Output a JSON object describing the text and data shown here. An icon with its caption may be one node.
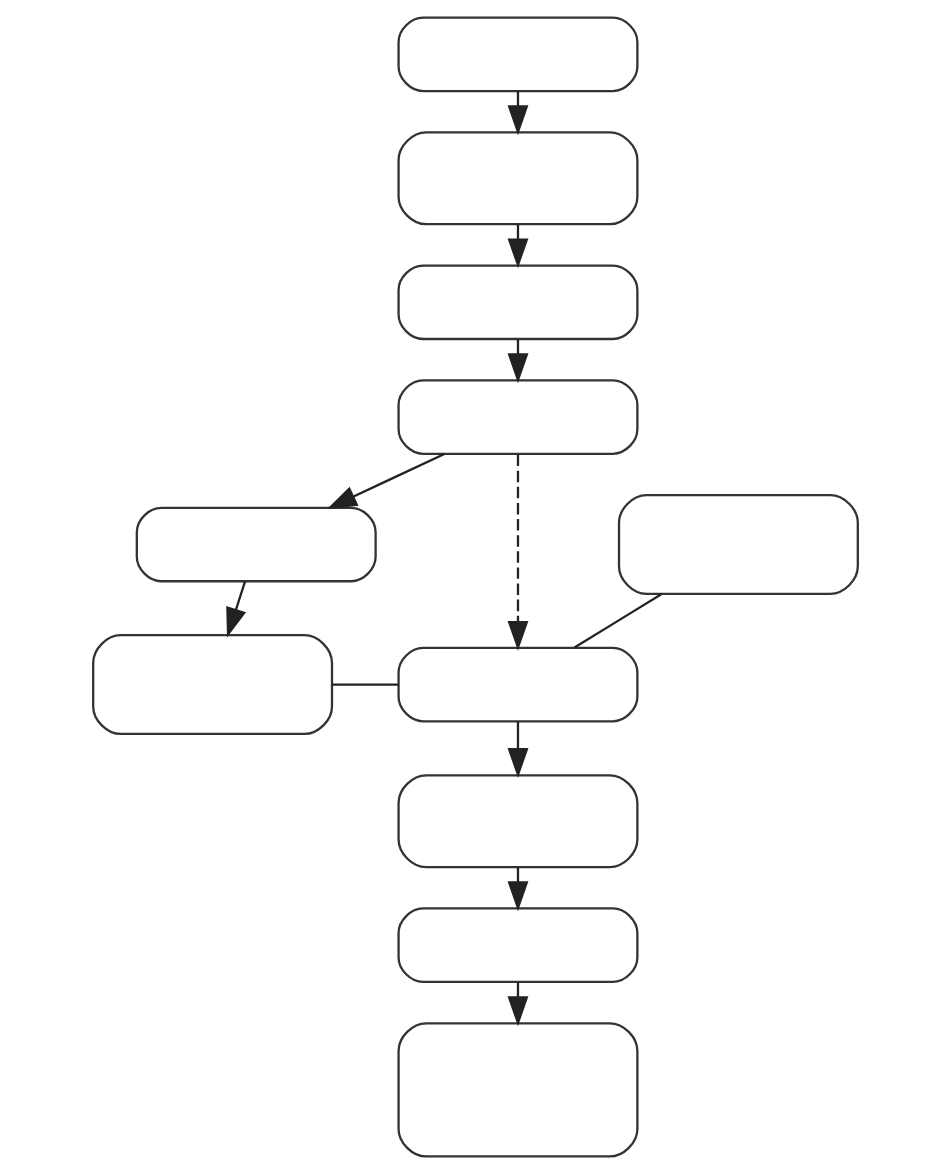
{
  "diagram": {
    "nodes": [
      {
        "text": [],
        "shape": "box"
      },
      {
        "text": [],
        "shape": "box"
      },
      {
        "text": [],
        "shape": "box"
      },
      {
        "text": [],
        "shape": "box"
      },
      {
        "text": [],
        "shape": "box"
      },
      {
        "text": [],
        "shape": "box"
      },
      {
        "text": [],
        "shape": "box"
      },
      {
        "text": [],
        "shape": "box"
      },
      {
        "text": [],
        "shape": "box"
      },
      {
        "text": [],
        "shape": "box"
      },
      {
        "text": [],
        "shape": "box"
      }
    ],
    "edges": [
      {
        "from": 0,
        "to": 1,
        "arrow": "to"
      },
      {
        "from": 1,
        "to": 2,
        "arrow": "to"
      },
      {
        "from": 2,
        "to": 3,
        "arrow": "to"
      },
      {
        "from": 3,
        "to": 5,
        "arrow": "to"
      },
      {
        "from": 3,
        "to": 6,
        "arrow": "to",
        "style": "dashed"
      },
      {
        "from": 5,
        "to": 7,
        "arrow": "to"
      },
      {
        "from": 4,
        "to": 6,
        "arrow": "none"
      },
      {
        "from": 7,
        "to": 6,
        "arrow": "none"
      },
      {
        "from": 6,
        "to": 8,
        "arrow": "to"
      },
      {
        "from": 8,
        "to": 9,
        "arrow": "to"
      },
      {
        "from": 9,
        "to": 10,
        "arrow": "to"
      }
    ]
  }
}
